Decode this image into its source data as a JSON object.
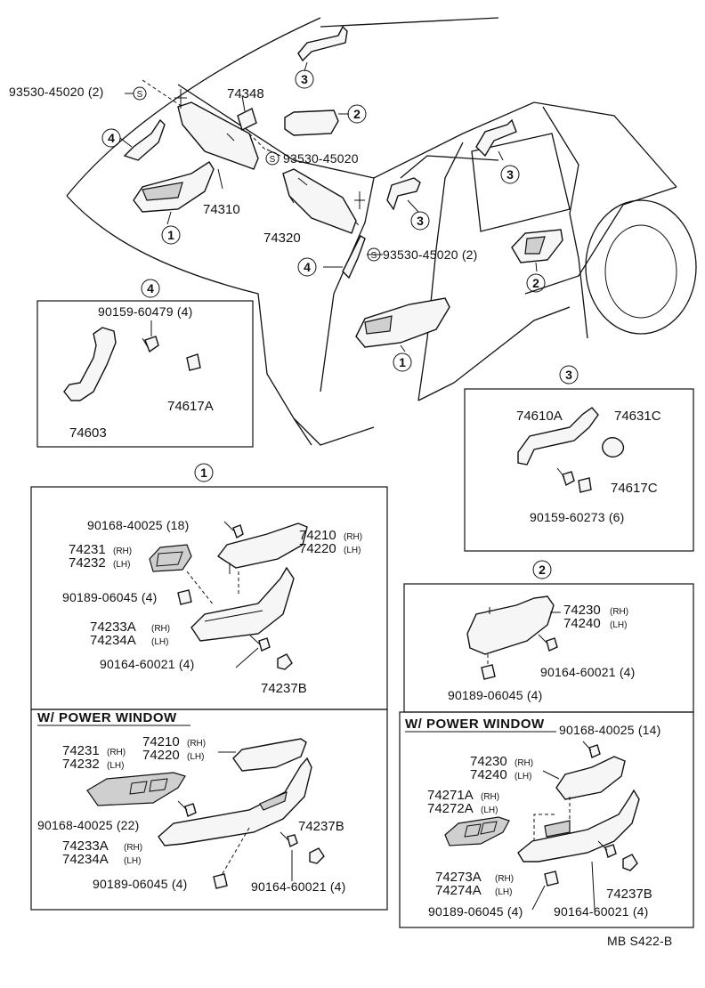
{
  "diagram_code": "MB S422-B",
  "callouts": {
    "c1": "1",
    "c2": "2",
    "c3": "3",
    "c4": "4",
    "s": "S"
  },
  "overview": {
    "sun_visor_left_screw": "93530-45020 (2)",
    "clip": "74348",
    "visor_screw": "93530-45020",
    "visor_lh": "74310",
    "visor_rh": "74320",
    "visor_rh_screw": "93530-45020 (2)"
  },
  "box4": {
    "screw": "90159-60479 (4)",
    "handle": "74603",
    "clip": "74617A"
  },
  "box3": {
    "handle": "74610A",
    "cover": "74631C",
    "clip": "74617C",
    "screw": "90159-60273 (6)"
  },
  "box1": {
    "screw_top": "90168-40025 (18)",
    "armrest_rh": "74210",
    "armrest_lh": "74220",
    "bezel_rh": "74231",
    "bezel_lh": "74232",
    "clip": "90189-06045 (4)",
    "base_rh": "74233A",
    "base_lh": "74234A",
    "screw_bottom": "90164-60021 (4)",
    "cap": "74237B",
    "rh": "(RH)",
    "lh": "(LH)"
  },
  "box1pw": {
    "header": "W/ POWER WINDOW",
    "bezel_rh": "74231",
    "bezel_lh": "74232",
    "armrest_rh": "74210",
    "armrest_lh": "74220",
    "screw": "90168-40025 (22)",
    "base_rh": "74233A",
    "base_lh": "74234A",
    "cap": "74237B",
    "clip": "90189-06045 (4)",
    "screw_bottom": "90164-60021 (4)"
  },
  "box2": {
    "armrest_rh": "74230",
    "armrest_lh": "74240",
    "screw": "90164-60021 (4)",
    "clip": "90189-06045 (4)"
  },
  "box2pw": {
    "header": "W/ POWER WINDOW",
    "screw_top": "90168-40025 (14)",
    "armrest_rh": "74230",
    "armrest_lh": "74240",
    "bezel_rh": "74271A",
    "bezel_lh": "74272A",
    "base_rh": "74273A",
    "base_lh": "74274A",
    "cap": "74237B",
    "clip": "90189-06045 (4)",
    "screw_bottom": "90164-60021 (4)"
  }
}
